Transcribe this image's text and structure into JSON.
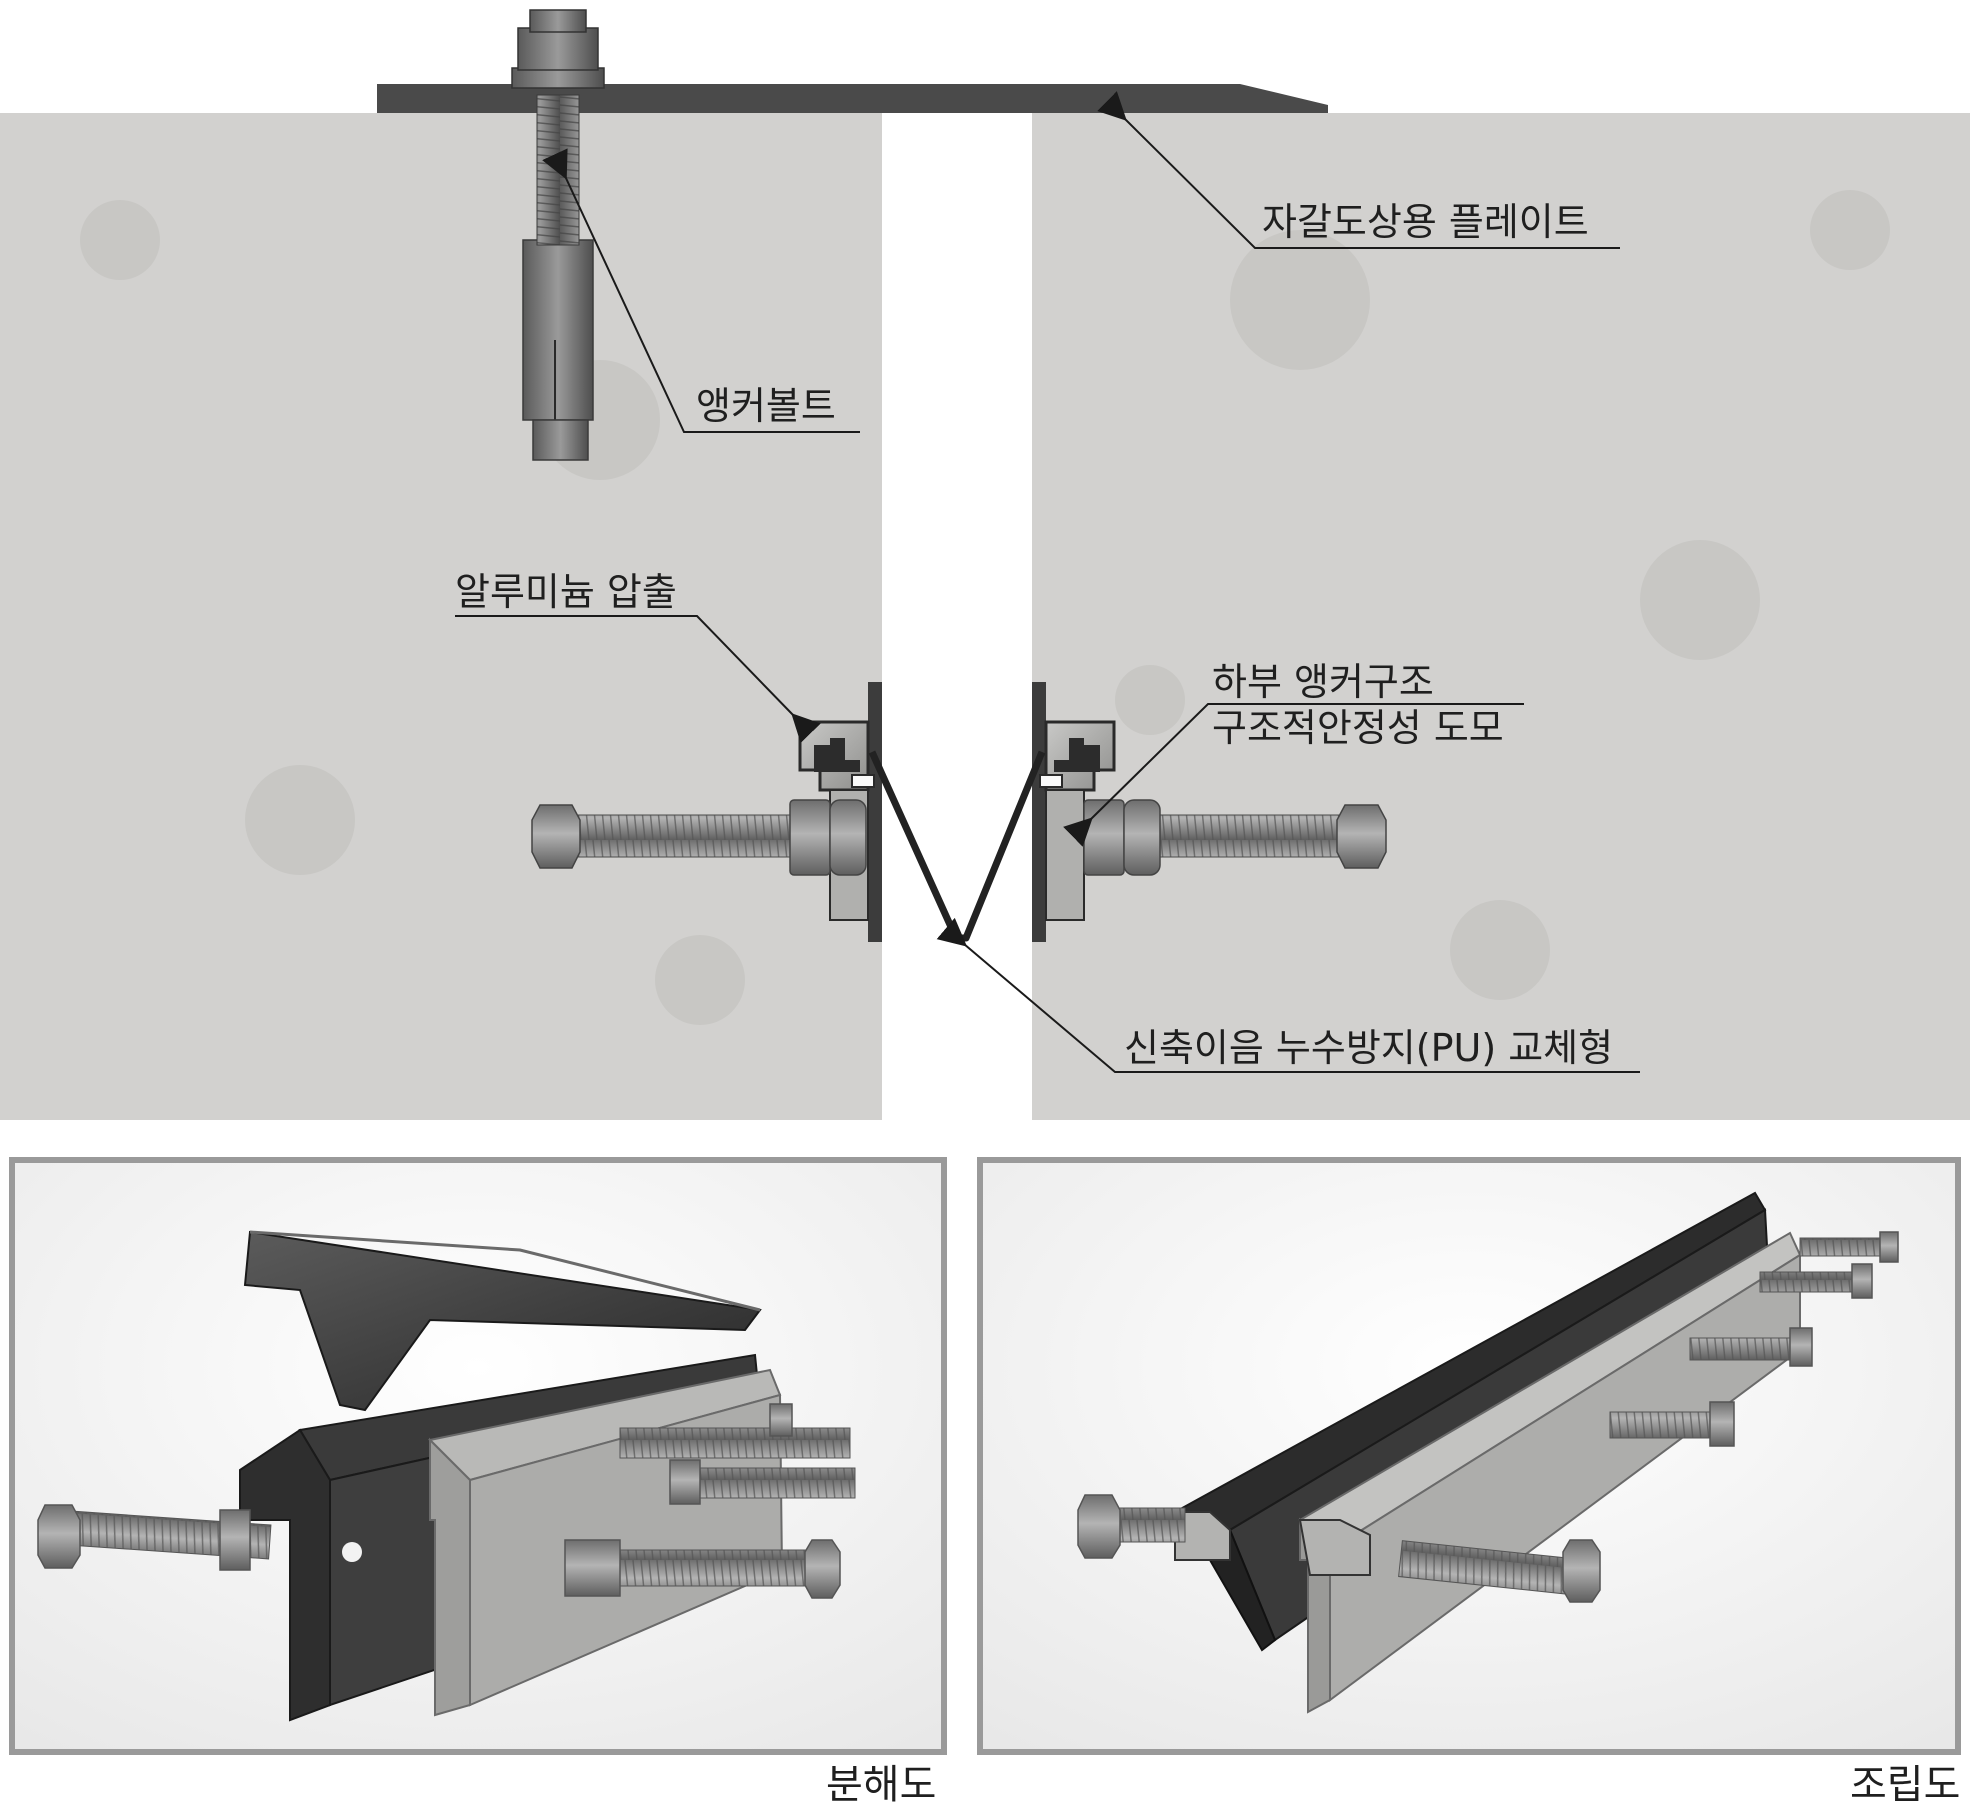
{
  "labels": {
    "plate": "자갈도상용 플레이트",
    "anchor_bolt": "앵커볼트",
    "aluminum": "알루미늄 압출",
    "lower_anchor_line1": "하부 앵커구조",
    "lower_anchor_line2": "구조적안정성 도모",
    "seal": "신축이음 누수방지(PU) 교체형"
  },
  "captions": {
    "exploded": "분해도",
    "assembled": "조립도"
  },
  "colors": {
    "concrete": "#d2d1cf",
    "steel_dark": "#3a3a3a",
    "bolt": "#8d8d8d",
    "aluminum": "#a8a8a6",
    "frame": "#9a9a9a"
  }
}
